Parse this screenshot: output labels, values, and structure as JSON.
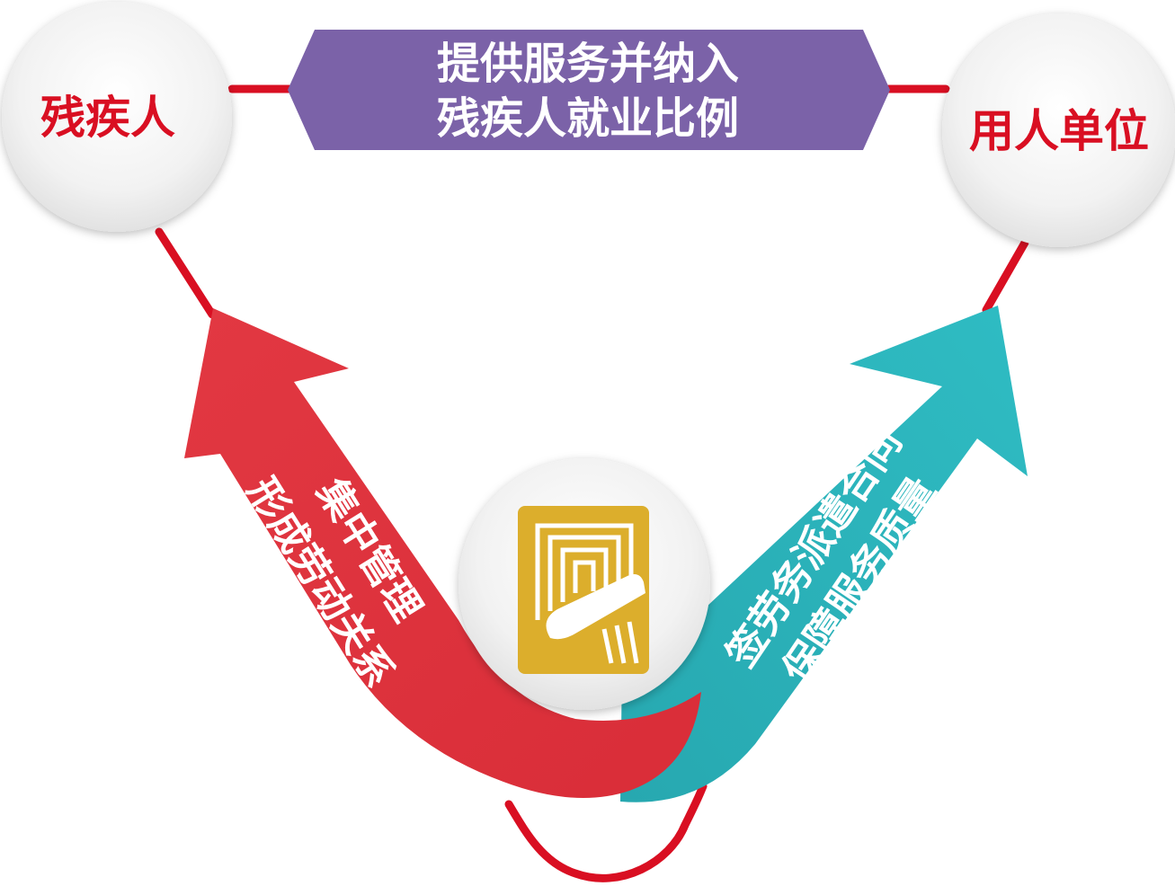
{
  "nodes": {
    "left": {
      "label": "残疾人"
    },
    "right": {
      "label": "用人单位"
    }
  },
  "banner": {
    "line1": "提供服务并纳入",
    "line2": "残疾人就业比例"
  },
  "left_arrow": {
    "line1": "集中管理",
    "line2": "形成劳动关系"
  },
  "right_arrow": {
    "line1": "签劳务派遣合同",
    "line2": "保障服务质量"
  },
  "center_logo": {
    "icon": "organization-logo-icon"
  },
  "colors": {
    "connector": "#d90f22",
    "node_text": "#d90f22",
    "banner": "#7b62a8",
    "left_arrow": "#de3340",
    "right_arrow": "#2bb5bd",
    "logo": "#dcae2c",
    "circle_fill": "#f1f1f1"
  }
}
